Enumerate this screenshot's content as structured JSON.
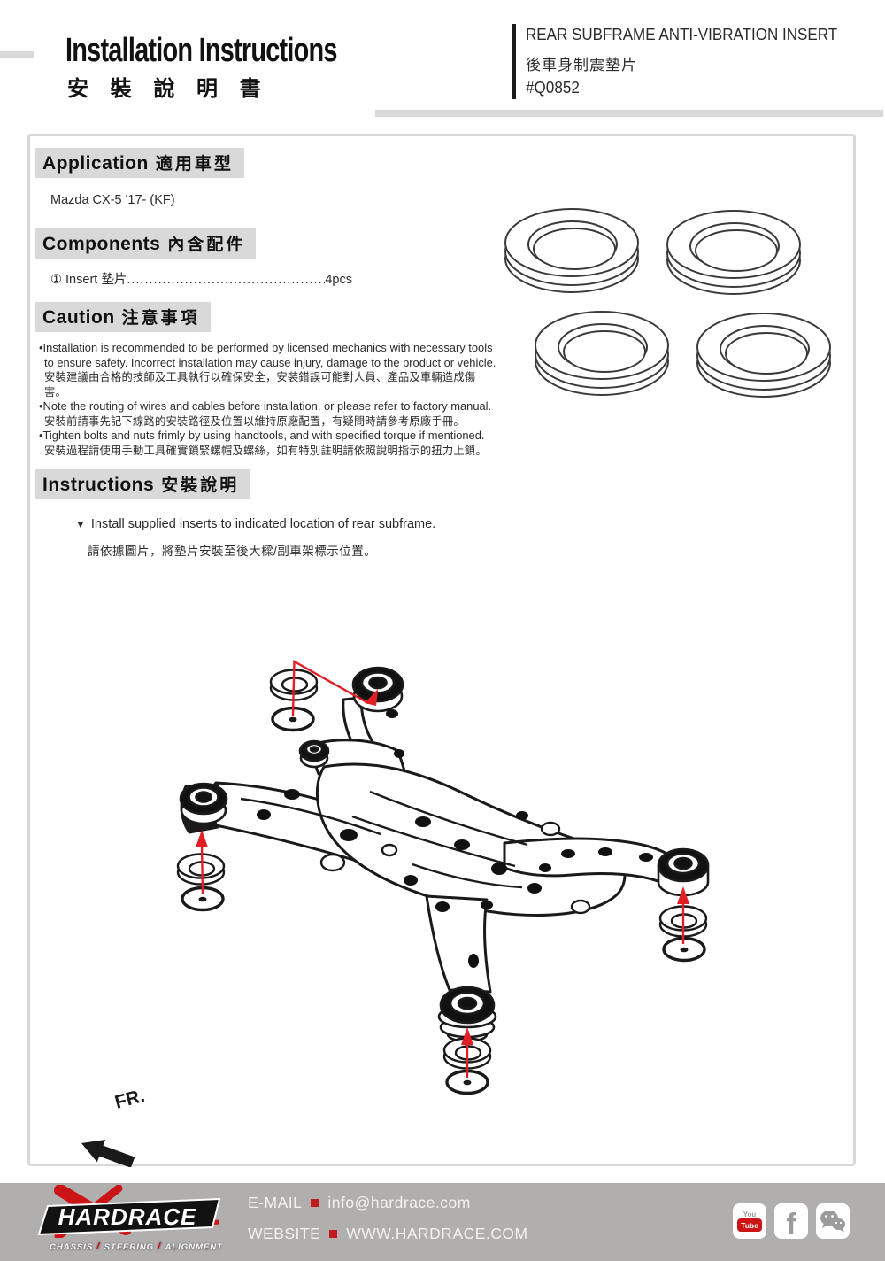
{
  "header": {
    "title_en": "Installation Instructions",
    "title_zh": "安 裝 說 明 書",
    "product_name_en": "REAR SUBFRAME ANTI-VIBRATION INSERT",
    "product_name_zh": "後車身制震墊片",
    "product_code": "#Q0852"
  },
  "application": {
    "heading_en": "Application",
    "heading_zh": "適用車型",
    "vehicle": "Mazda CX-5 '17- (KF)"
  },
  "components": {
    "heading_en": "Components",
    "heading_zh": "內含配件",
    "item_marker": "①",
    "item_label": "Insert 墊片",
    "leader_dots": "....................................................................",
    "item_qty": "4pcs"
  },
  "caution": {
    "heading_en": "Caution",
    "heading_zh": "注意事項",
    "bullet_char": "•",
    "items": [
      {
        "en": "Installation is recommended to be performed by licensed mechanics with necessary tools to ensure safety. Incorrect installation may cause injury, damage to the product or vehicle.",
        "zh": "安裝建議由合格的技師及工具執行以確保安全，安裝錯誤可能對人員、產品及車輛造成傷害。"
      },
      {
        "en": "Note the routing of wires and cables before installation, or please refer to factory manual.",
        "zh": "安裝前請事先記下線路的安裝路徑及位置以維持原廠配置，有疑問時請參考原廠手冊。"
      },
      {
        "en": "Tighten bolts and nuts frimly by using handtools, and with specified torque if mentioned.",
        "zh": "安裝過程請使用手動工具確實鎖緊螺帽及螺絲，如有特別註明請依照說明指示的扭力上鎖。"
      }
    ]
  },
  "instructions": {
    "heading_en": "Instructions",
    "heading_zh": "安裝說明",
    "step_marker": "▼",
    "step_en": "Install supplied inserts to indicated location of rear subframe.",
    "step_zh": "請依據圖片，將墊片安裝至後大樑/副車架標示位置。"
  },
  "diagram": {
    "fr_label": "FR.",
    "insert_locations": 4
  },
  "footer": {
    "brand": "HARDRACE",
    "tagline_words": [
      "CHASSIS",
      "STEERING",
      "ALIGNMENT"
    ],
    "tagline_slash": "/",
    "email_label": "E-MAIL",
    "email_value": "info@hardrace.com",
    "website_label": "WEBSITE",
    "website_value": "WWW.HARDRACE.COM",
    "youtube_top": "You",
    "youtube_box": "Tube",
    "facebook_letter": "f"
  },
  "colors": {
    "accent_red": "#e31e24",
    "logo_red": "#cc1417",
    "heading_bg": "#d9d9d9",
    "frame_gray": "#d9d9d9",
    "footer_bg": "#b1aeae",
    "ink": "#231f20"
  }
}
